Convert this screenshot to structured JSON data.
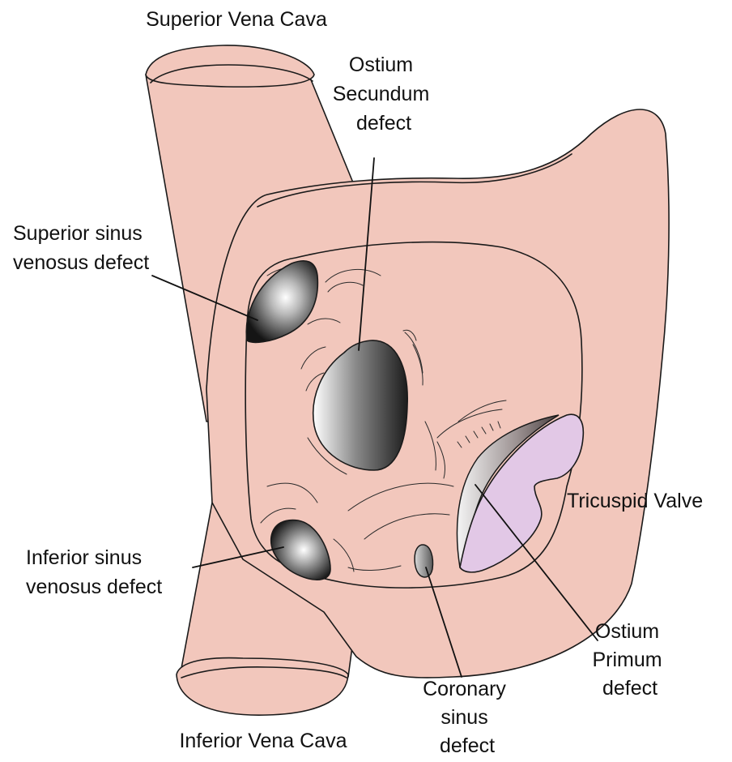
{
  "colors": {
    "tissue": "#f2c7bc",
    "valve": "#e2c8e6",
    "outline": "#1a1a1a",
    "text": "#111111"
  },
  "labels": {
    "svc": "Superior Vena Cava",
    "ostium_secundum": [
      "Ostium",
      "Secundum",
      "defect"
    ],
    "superior_sinus": [
      "Superior sinus",
      "venosus defect"
    ],
    "tricuspid": "Tricuspid Valve",
    "inferior_sinus": [
      "Inferior sinus",
      "venosus defect"
    ],
    "ostium_primum": [
      "Ostium",
      "Primum",
      "defect"
    ],
    "coronary_sinus": [
      "Coronary",
      "sinus",
      "defect"
    ],
    "ivc": "Inferior Vena Cava"
  }
}
